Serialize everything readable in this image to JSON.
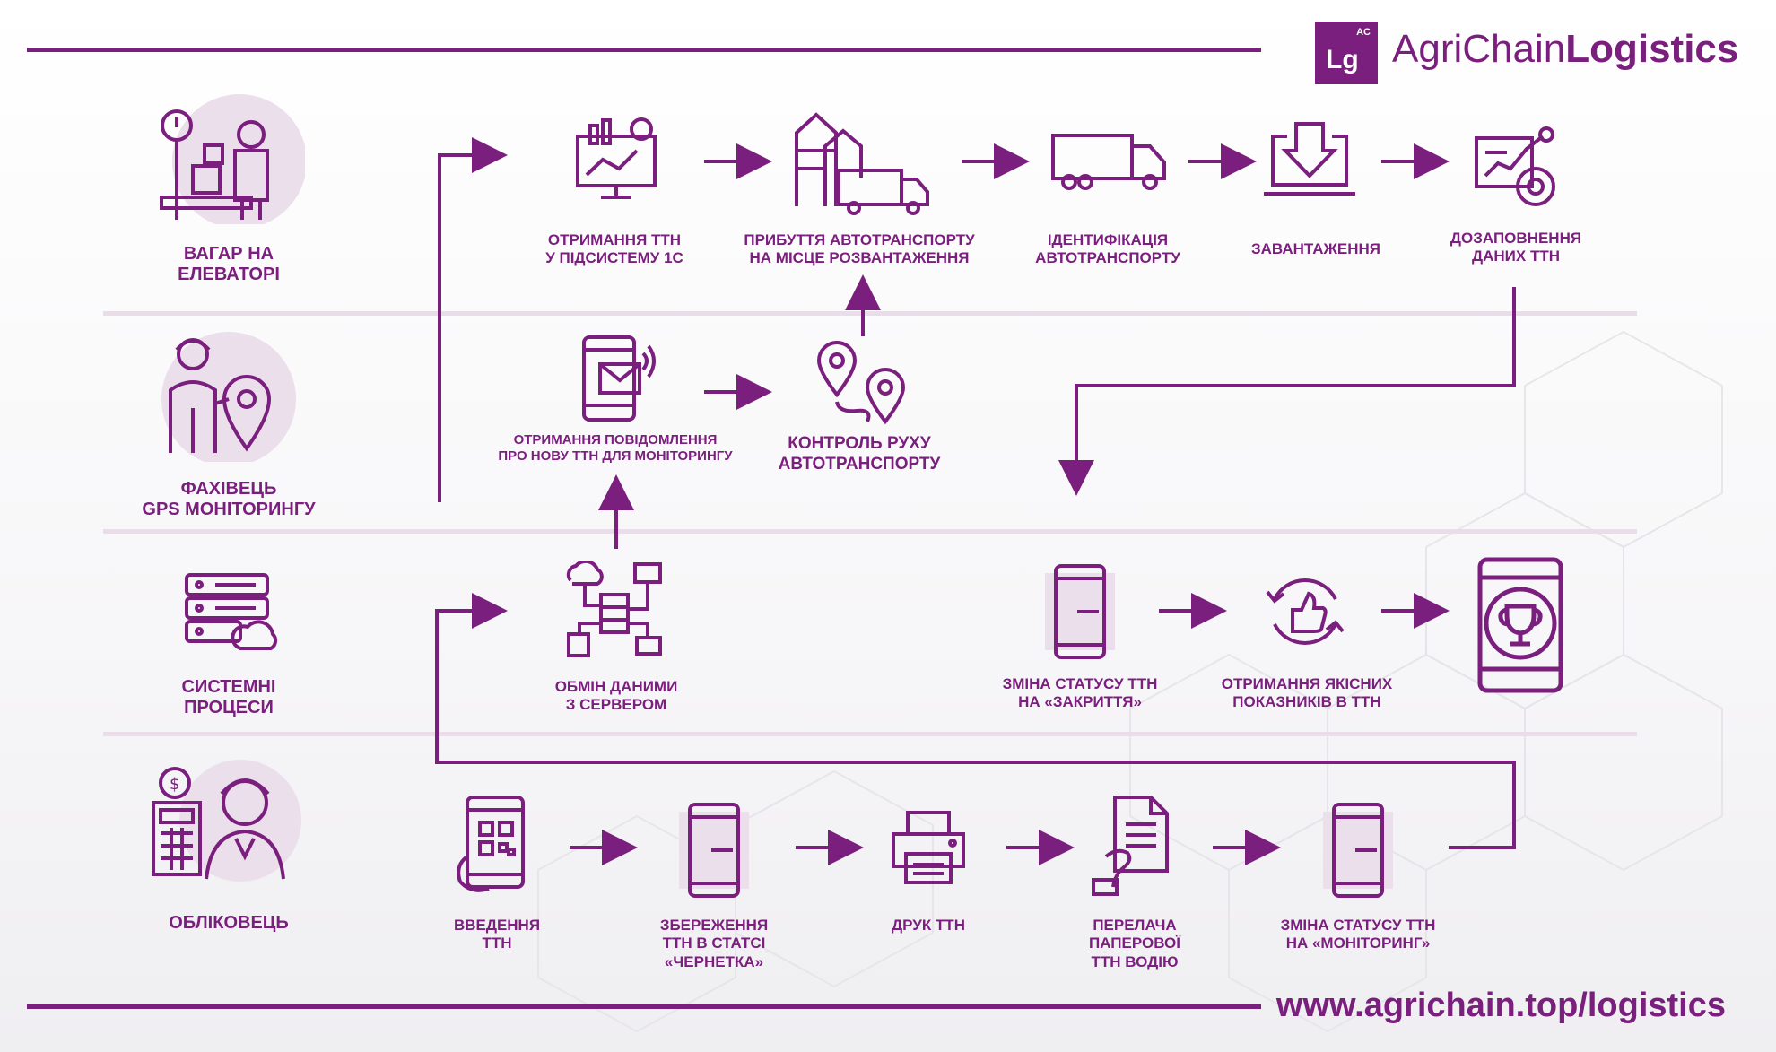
{
  "brand": {
    "logo_main": "Lg",
    "logo_sup": "AC",
    "name_light": "AgriChain",
    "name_bold": "Logistics"
  },
  "url": "www.agrichain.top/logistics",
  "roles": [
    {
      "line1": "ВАГАР НА",
      "line2": "ЕЛЕВАТОРІ"
    },
    {
      "line1": "ФАХІВЕЦЬ",
      "line2": "GPS МОНІТОРИНГУ"
    },
    {
      "line1": "СИСТЕМНІ",
      "line2": "ПРОЦЕСИ"
    },
    {
      "line1": "ОБЛІКОВЕЦЬ",
      "line2": ""
    }
  ],
  "steps": {
    "receive_ttn": {
      "line1": "ОТРИМАННЯ ТТН",
      "line2": "У ПІДСИСТЕМУ 1С"
    },
    "arrival": {
      "line1": "ПРИБУТТЯ АВТОТРАНСПОРТУ",
      "line2": "НА МІСЦЕ РОЗВАНТАЖЕННЯ"
    },
    "identification": {
      "line1": "ІДЕНТИФІКАЦІЯ",
      "line2": "АВТОТРАНСПОРТУ"
    },
    "loading": {
      "line1": "ЗАВАНТАЖЕННЯ",
      "line2": ""
    },
    "fill_data": {
      "line1": "ДОЗАПОВНЕННЯ",
      "line2": "ДАНИХ ТТН"
    },
    "notify": {
      "line1": "ОТРИМАННЯ ПОВІДОМЛЕННЯ",
      "line2": "ПРО НОВУ ТТН ДЛЯ МОНІТОРИНГУ"
    },
    "track": {
      "line1": "КОНТРОЛЬ РУХУ",
      "line2": "АВТОТРАНСПОРТУ"
    },
    "exchange": {
      "line1": "ОБМІН ДАНИМИ",
      "line2": "З СЕРВЕРОМ"
    },
    "status_closed": {
      "line1": "ЗМІНА СТАТУСУ ТТН",
      "line2": "НА «ЗАКРИТТЯ»"
    },
    "quality": {
      "line1": "ОТРИМАННЯ ЯКІСНИХ",
      "line2": "ПОКАЗНИКІВ В ТТН"
    },
    "input_ttn": {
      "line1": "ВВЕДЕННЯ",
      "line2": "ТТН"
    },
    "save_draft": {
      "line1": "ЗБЕРЕЖЕННЯ",
      "line2": "ТТН В СТАТСІ",
      "line3": "«ЧЕРНЕТКА»"
    },
    "print": {
      "line1": "ДРУК ТТН",
      "line2": ""
    },
    "handover": {
      "line1": "ПЕРЕЛАЧА",
      "line2": "ПАПЕРОВОЇ",
      "line3": "ТТН ВОДІЮ"
    },
    "status_monitoring": {
      "line1": "ЗМІНА СТАТУСУ ТТН",
      "line2": "НА «МОНІТОРИНГ»"
    }
  },
  "colors": {
    "accent": "#7a1f7d",
    "circle": "#eadfeb",
    "separator": "#e9dde9"
  }
}
